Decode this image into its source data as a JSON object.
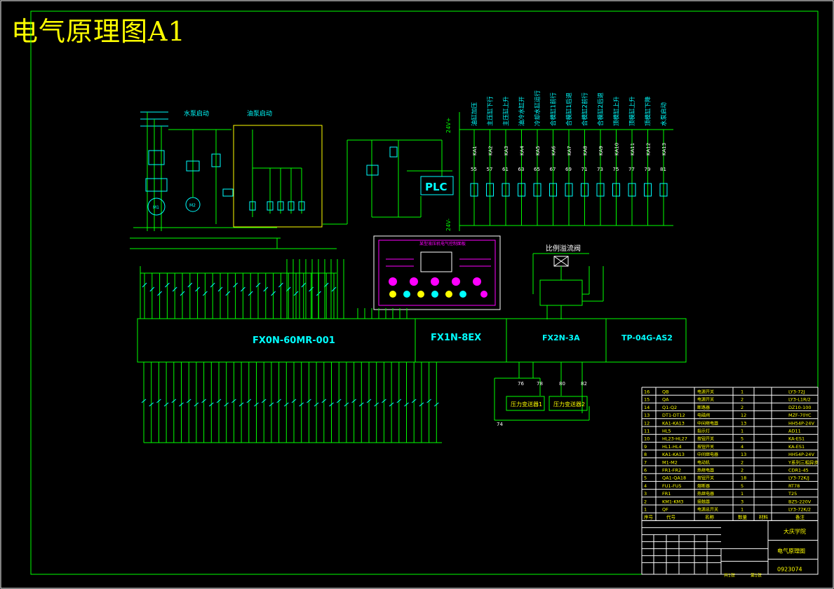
{
  "title": "电气原理图A1",
  "power_section": {
    "label_pump": "水泵启动",
    "label_oil": "油泵启动",
    "plc_box": "PLC"
  },
  "output_labels": [
    "油缸加压",
    "主压缸下行",
    "主压缸上升",
    "油冷水缸开",
    "冷却水缸运行",
    "合模缸1前行",
    "合模缸1后退",
    "合模缸2前行",
    "合模缸2后退",
    "顶模缸上升",
    "顶模缸上升",
    "顶模缸下降",
    "水泵启动"
  ],
  "output_relays": [
    "KA1",
    "KA2",
    "KA3",
    "KA4",
    "KA5",
    "KA6",
    "KA7",
    "KA8",
    "KA9",
    "KA10",
    "KA11",
    "KA12",
    "KA13"
  ],
  "output_nums": [
    "55",
    "57",
    "61",
    "63",
    "65",
    "67",
    "69",
    "71",
    "73",
    "75",
    "77",
    "79",
    "81"
  ],
  "rail_top": "24V+",
  "rail_bottom": "24V-",
  "valve_label": "比例溢流阀",
  "modules": {
    "main": "FX0N-60MR-001",
    "ext1": "FX1N-8EX",
    "ext2": "FX2N-3A",
    "ext3": "TP-04G-AS2"
  },
  "sensor_boxes": [
    "压力变送器1",
    "压力变送器2"
  ],
  "misc_nums": [
    "76",
    "78",
    "80",
    "82",
    "74"
  ],
  "bom": {
    "rows": [
      {
        "no": "16",
        "code": "QB",
        "name": "电源开关",
        "qty": "1",
        "model": "LY3-72J"
      },
      {
        "no": "15",
        "code": "QA",
        "name": "电源开关",
        "qty": "2",
        "model": "LY3-L1R/2"
      },
      {
        "no": "14",
        "code": "Q1-Q2",
        "name": "断路器",
        "qty": "2",
        "model": "DZ10-100"
      },
      {
        "no": "13",
        "code": "DT1-DT12",
        "name": "电磁阀",
        "qty": "12",
        "model": "MZF-70YC"
      },
      {
        "no": "12",
        "code": "KA1-KA13",
        "name": "中间继电器",
        "qty": "13",
        "model": "HH54P-24V"
      },
      {
        "no": "11",
        "code": "HL5",
        "name": "指示灯",
        "qty": "1",
        "model": "AD11"
      },
      {
        "no": "10",
        "code": "HL23-HL27",
        "name": "按钮开关",
        "qty": "5",
        "model": "KA-ES1"
      },
      {
        "no": "9",
        "code": "HL1-HL4",
        "name": "按钮开关",
        "qty": "4",
        "model": "KA-ES1"
      },
      {
        "no": "8",
        "code": "KA1-KA13",
        "name": "中间继电器",
        "qty": "13",
        "model": "HH54P-24V"
      },
      {
        "no": "7",
        "code": "M1-M2",
        "name": "电动机",
        "qty": "2",
        "model": "Y系列三相异步"
      },
      {
        "no": "6",
        "code": "FR1-FR2",
        "name": "热继电器",
        "qty": "2",
        "model": "CDR1-45"
      },
      {
        "no": "5",
        "code": "QA1-QA18",
        "name": "按钮开关",
        "qty": "18",
        "model": "LY3-72K/J"
      },
      {
        "no": "4",
        "code": "FU1-FU5",
        "name": "熔断器",
        "qty": "5",
        "model": "RT78"
      },
      {
        "no": "3",
        "code": "FR1",
        "name": "热继电器",
        "qty": "1",
        "model": "T25"
      },
      {
        "no": "2",
        "code": "KM1-KM3",
        "name": "接触器",
        "qty": "3",
        "model": "BZ5-220V"
      },
      {
        "no": "1",
        "code": "QF",
        "name": "电源总开关",
        "qty": "1",
        "model": "LY3-72K/2"
      }
    ],
    "header": {
      "no": "序号",
      "code": "代号",
      "name": "名称",
      "qty": "数量",
      "material": "材料",
      "note": "备注"
    },
    "school": "大庆学院",
    "drawing_title": "电气原理图",
    "drawing_no": "0923074",
    "sheet_total": "共1张",
    "sheet_index": "第1张"
  },
  "panel": {
    "header": "某型液压机电气控制面板"
  }
}
